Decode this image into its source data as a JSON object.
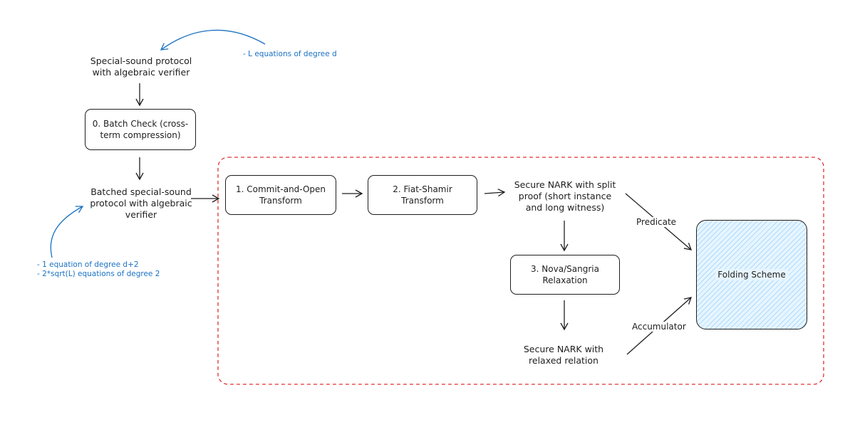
{
  "nodes": {
    "special_sound": "Special-sound protocol\nwith algebraic verifier",
    "batch_check": "0. Batch Check (cross-\nterm compression)",
    "batched_special_sound": "Batched special-sound\nprotocol with algebraic\nverifier",
    "commit_and_open": "1. Commit-and-Open\nTransform",
    "fiat_shamir": "2. Fiat-Shamir\nTransform",
    "secure_nark_split": "Secure NARK with split\nproof (short instance\nand long witness)",
    "nova_sangria": "3. Nova/Sangria\nRelaxation",
    "secure_nark_relaxed": "Secure NARK with\nrelaxed relation",
    "folding_scheme": "Folding Scheme"
  },
  "edge_labels": {
    "predicate": "Predicate",
    "accumulator": "Accumulator"
  },
  "notes": {
    "top_note": "- L equations of degree d",
    "bottom_note_line1": "- 1 equation of degree d+2",
    "bottom_note_line2": "- 2*sqrt(L) equations of degree 2"
  },
  "colors": {
    "stroke": "#1e1e1e",
    "note_blue": "#1971c2",
    "dashed_red": "#e03131",
    "fold_fill": "#a5d8ff"
  }
}
